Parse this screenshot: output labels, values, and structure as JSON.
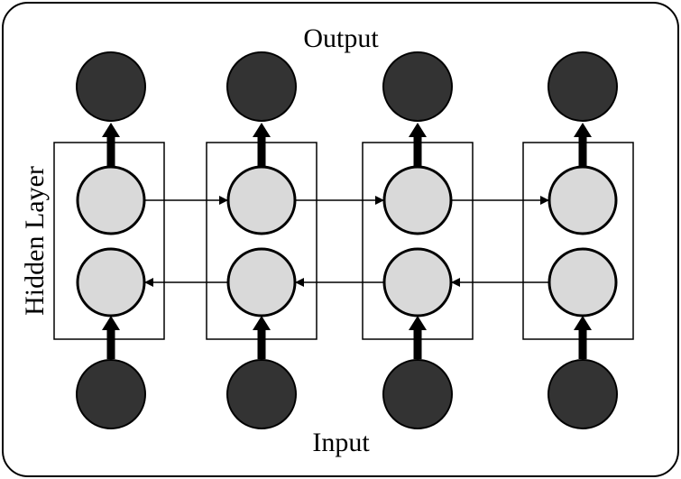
{
  "labels": {
    "output": "Output",
    "input": "Input",
    "hidden_layer": "Hidden Layer"
  },
  "columns": 4,
  "colors": {
    "background": "#ffffff",
    "frame_stroke": "#000000",
    "output_node": "#333333",
    "input_node": "#333333",
    "hidden_node": "#d9d9d9",
    "arrow": "#000000"
  },
  "edges": {
    "forward_row": "left-to-right",
    "backward_row": "right-to-left"
  }
}
